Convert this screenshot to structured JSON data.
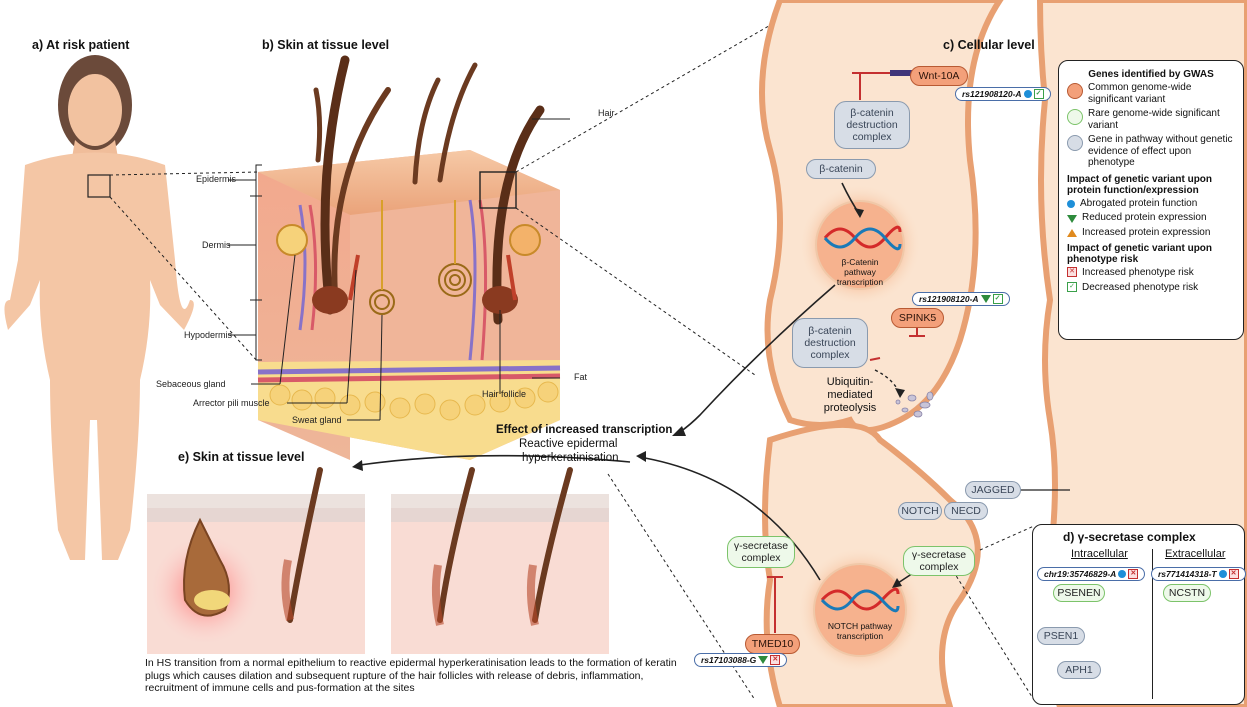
{
  "panels": {
    "a": "a) At risk patient",
    "b": "b) Skin at tissue level",
    "c": "c) Cellular level",
    "d": "d) γ-secretase complex",
    "e": "e) Skin at tissue level"
  },
  "skin_labels": {
    "hair": "Hair",
    "epidermis": "Epidermis",
    "dermis": "Dermis",
    "hypodermis": "Hypodermis",
    "fat": "Fat",
    "sebaceous": "Sebaceous gland",
    "arrector": "Arrector pili muscle",
    "sweat": "Sweat gland",
    "follicle": "Hair follicle"
  },
  "effect": {
    "title": "Effect of increased transcription",
    "line1": "Reactive epidermal",
    "line2": "hyperkeratinisation"
  },
  "caption": "In HS transition from a normal epithelium to reactive epidermal hyperkeratinisation leads to the formation of keratin plugs which causes dilation and subsequent rupture of the hair follicles with release of debris, inflammation, recruitment of immune cells and pus-formation at the sites",
  "cell": {
    "wnt": "Wnt-10A",
    "rs_wnt": "rs121908120-A",
    "destruction1": "β-catenin destruction complex",
    "bcatenin": "β-catenin",
    "bcat_transcription": "β-Catenin pathway transcription",
    "rs_spink": "rs121908120-A",
    "spink5": "SPINK5",
    "destruction2": "β-catenin destruction complex",
    "ubiquitin": "Ubiquitin-mediated proteolysis",
    "jagged": "JAGGED",
    "necd": "NECD",
    "notch": "NOTCH",
    "gamma1": "γ-secretase complex",
    "gamma2": "γ-secretase complex",
    "tmed10": "TMED10",
    "rs_tmed": "rs17103088-G",
    "notch_transcription": "NOTCH pathway transcription"
  },
  "legend": {
    "title": "Genes identified by GWAS",
    "common": "Common genome-wide significant variant",
    "rare": "Rare genome-wide significant variant",
    "pathway": "Gene in pathway without genetic evidence of effect upon phenotype",
    "impact_protein_title": "Impact of genetic variant upon protein function/expression",
    "abrogated": "Abrogated protein function",
    "reduced": "Reduced protein expression",
    "increased": "Increased protein expression",
    "impact_risk_title": "Impact of genetic variant upon phenotype risk",
    "inc_risk": "Increased phenotype risk",
    "dec_risk": "Decreased phenotype risk",
    "colors": {
      "common": "#f3a07a",
      "rare": "#eef9ea",
      "pathway": "#d7dde6"
    }
  },
  "gamma_panel": {
    "intracellular": "Intracellular",
    "extracellular": "Extracellular",
    "rs_chr19": "chr19:35746829-A",
    "rs_ncstn": "rs771414318-T",
    "psenen": "PSENEN",
    "ncstn": "NCSTN",
    "psen1": "PSEN1",
    "aph1": "APH1"
  }
}
